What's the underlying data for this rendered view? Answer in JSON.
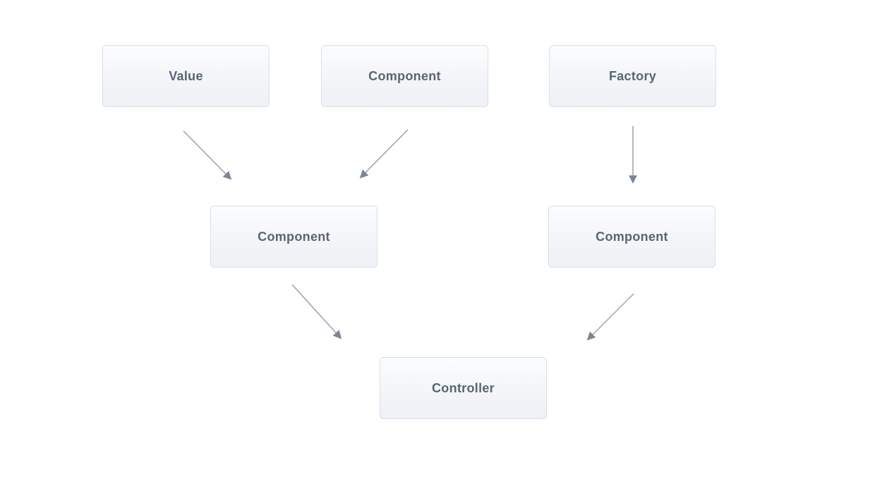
{
  "diagram": {
    "type": "dependency-graph",
    "nodes": [
      {
        "id": "value",
        "label": "Value"
      },
      {
        "id": "component-top",
        "label": "Component"
      },
      {
        "id": "factory",
        "label": "Factory"
      },
      {
        "id": "component-left",
        "label": "Component"
      },
      {
        "id": "component-right",
        "label": "Component"
      },
      {
        "id": "controller",
        "label": "Controller"
      }
    ],
    "edges": [
      {
        "from": "value",
        "to": "component-left"
      },
      {
        "from": "component-top",
        "to": "component-left"
      },
      {
        "from": "factory",
        "to": "component-right"
      },
      {
        "from": "component-left",
        "to": "controller"
      },
      {
        "from": "component-right",
        "to": "controller"
      }
    ],
    "colors": {
      "canvas_background": "#ffffff",
      "box_background_top": "#fbfcfd",
      "box_background_bottom": "#eef1f5",
      "box_border": "#d9dfe7",
      "label_text": "#5a6573",
      "arrow_line": "#97a1ad",
      "arrow_head": "#7b8695"
    }
  }
}
